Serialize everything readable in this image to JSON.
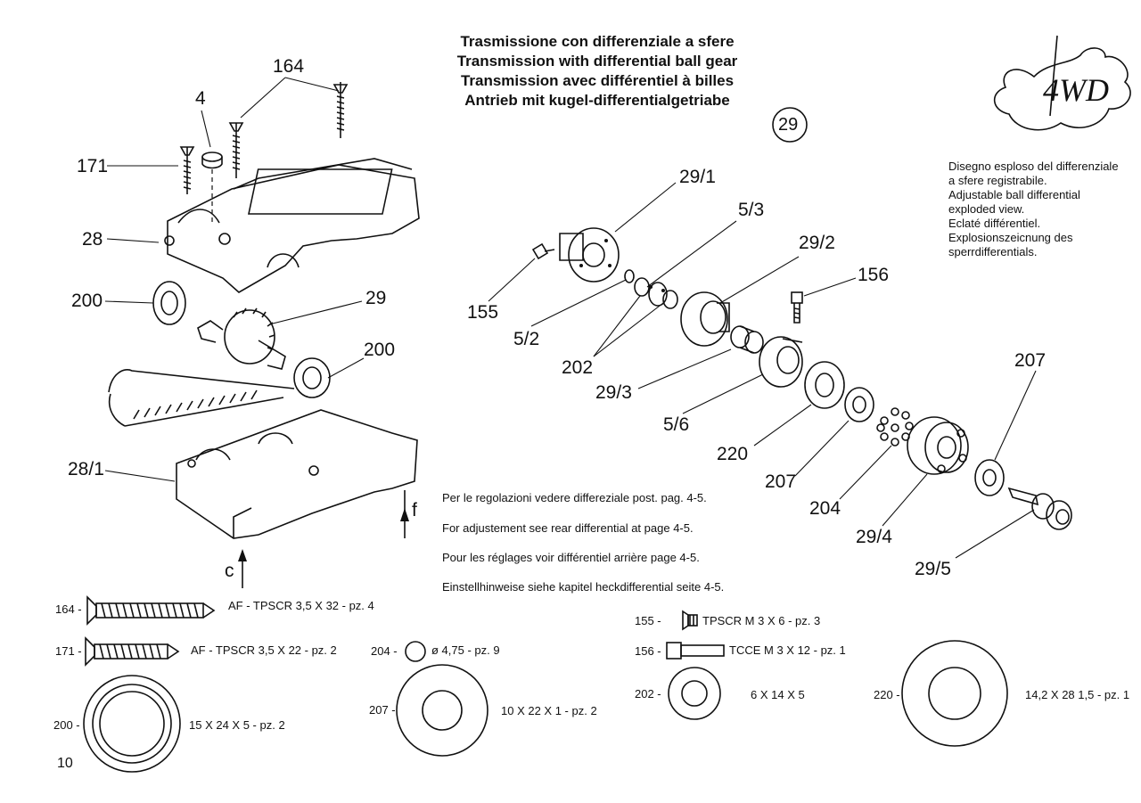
{
  "titles": [
    "Trasmissione con differenziale a sfere",
    "Transmission with differential ball gear",
    "Transmission avec différentiel à billes",
    "Antrieb mit kugel-differentialgetriabe"
  ],
  "badge": "29",
  "logo_text": "4WD",
  "description": [
    "Disegno esploso del differenziale",
    "a sfere registrabile.",
    "Adjustable ball differential",
    "exploded view.",
    "Eclaté différentiel.",
    "Explosionszeicnung des",
    "sperrdifferentials."
  ],
  "notes": [
    "Per le regolazioni vedere differeziale post. pag. 4-5.",
    "For adjustement see rear differential at page 4-5.",
    "Pour les réglages voir différentiel arrière page 4-5.",
    "Einstellhinweise siehe kapitel heckdifferential seite 4-5."
  ],
  "callouts": {
    "n164": "164",
    "n4": "4",
    "n171": "171",
    "n28": "28",
    "n200a": "200",
    "n29": "29",
    "n200b": "200",
    "n28_1": "28/1",
    "c": "c",
    "f": "f",
    "n29_1": "29/1",
    "n5_3": "5/3",
    "n29_2": "29/2",
    "n156": "156",
    "n155": "155",
    "n5_2": "5/2",
    "n202": "202",
    "n29_3": "29/3",
    "n5_6": "5/6",
    "n220": "220",
    "n207a": "207",
    "n204": "204",
    "n29_4": "29/4",
    "n29_5": "29/5",
    "n207b": "207"
  },
  "parts": [
    {
      "num": "164 -",
      "spec": "AF - TPSCR 3,5 X 32 - pz. 4",
      "icon": "long-screw-icon"
    },
    {
      "num": "171 -",
      "spec": "AF - TPSCR 3,5 X 22 - pz. 2",
      "icon": "short-screw-icon"
    },
    {
      "num": "204 -",
      "spec": "ø 4,75 - pz. 9",
      "icon": "ball-icon"
    },
    {
      "num": "200 -",
      "spec": "15 X 24 X 5 - pz. 2",
      "icon": "bearing-icon"
    },
    {
      "num": "207 -",
      "spec": "10 X 22 X 1 - pz. 2",
      "icon": "washer-icon"
    },
    {
      "num": "155 -",
      "spec": "TPSCR M 3 X 6 - pz. 3",
      "icon": "flat-screw-icon"
    },
    {
      "num": "156 -",
      "spec": "TCCE M 3 X 12 - pz. 1",
      "icon": "cap-screw-icon"
    },
    {
      "num": "202 -",
      "spec": "6 X 14 X 5",
      "icon": "ring-icon"
    },
    {
      "num": "220 -",
      "spec": "14,2 X 28 1,5 - pz. 1",
      "icon": "large-washer-icon"
    }
  ],
  "page_number": "10"
}
